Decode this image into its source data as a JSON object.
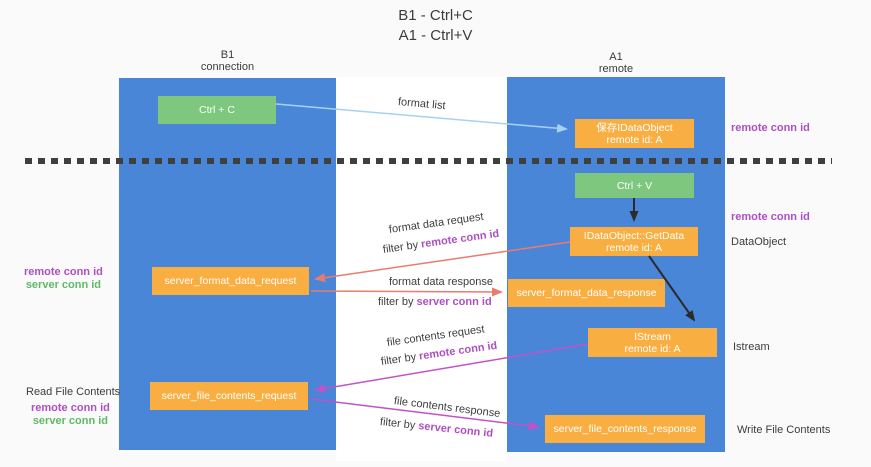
{
  "title": {
    "line1": "B1 - Ctrl+C",
    "line2": "A1 - Ctrl+V"
  },
  "lifelines": {
    "left": {
      "name": "B1",
      "role": "connection"
    },
    "right": {
      "name": "A1",
      "role": "remote"
    }
  },
  "nodes": {
    "ctrl_c": {
      "label": "Ctrl + C"
    },
    "ctrl_v": {
      "label": "Ctrl + V"
    },
    "save_dataobject": {
      "line1": "保存IDataObject",
      "line2": "remote id: A"
    },
    "getdata": {
      "line1": "IDataObject::GetData",
      "line2": "remote id: A"
    },
    "istream": {
      "line1": "IStream",
      "line2": "remote id: A"
    },
    "format_request": {
      "label": "server_format_data_request"
    },
    "format_response": {
      "label": "server_format_data_response"
    },
    "file_request": {
      "label": "server_file_contents_request"
    },
    "file_response": {
      "label": "server_file_contents_response"
    }
  },
  "arrows": {
    "format_list": "format list",
    "format_data_request": "format data request",
    "format_data_response": "format data response",
    "file_contents_request": "file contents request",
    "file_contents_response": "file contents response",
    "filter_by": "filter by",
    "remote_conn_id": "remote conn id",
    "server_conn_id": "server conn id"
  },
  "annotations": {
    "top_remote_conn_id": "remote conn id",
    "mid_remote_conn_id": "remote conn id",
    "dataobject": "DataObject",
    "istream": "Istream",
    "write_file_contents": "Write File Contents",
    "read_file_contents": "Read File Contents",
    "left_remote_conn_id": "remote conn id",
    "left_server_conn_id": "server conn id",
    "read_remote_conn_id": "remote conn id",
    "read_server_conn_id": "server conn id"
  },
  "colors": {
    "lifeline_blue": "#4a86d8",
    "box_green": "#7dc87e",
    "box_orange": "#f9ae42",
    "arrow_salmon": "#e97b6f",
    "arrow_magenta": "#c252c7",
    "arrow_light_blue": "#a6d2f2",
    "arrow_black": "#2b2b2b",
    "text_purple": "#ae4fc4",
    "text_green": "#5fba66",
    "background": "#fafafa",
    "middle_band": "#ffffff"
  }
}
